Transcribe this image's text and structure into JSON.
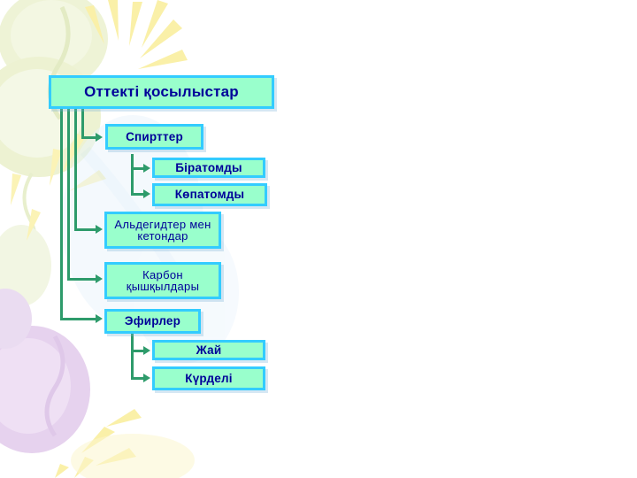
{
  "diagram": {
    "title": "Оттекті қосылыстар",
    "nodes": {
      "root": {
        "label": "Оттекті қосылыстар"
      },
      "alcohols": {
        "label": "Спирттер"
      },
      "monoatomic": {
        "label": "Біратомды"
      },
      "polyatomic": {
        "label": "Көпатомды"
      },
      "aldehydes": {
        "label": "Альдегидтер мен кетондар"
      },
      "carboxylic": {
        "label": "Карбон қышқылдары"
      },
      "ethers": {
        "label": "Эфирлер"
      },
      "simple": {
        "label": "Жай"
      },
      "complex": {
        "label": "Күрделі"
      }
    }
  },
  "colors": {
    "node_fill": "#99FFCC",
    "node_border": "#33CCFF",
    "node_text": "#000099",
    "connector": "#2E9B6B",
    "page_background": "#FFFFFF",
    "balloon_green": "#EDF2D2",
    "balloon_lavender": "#E2CEEA",
    "ray_yellow": "#FAF0A8"
  }
}
